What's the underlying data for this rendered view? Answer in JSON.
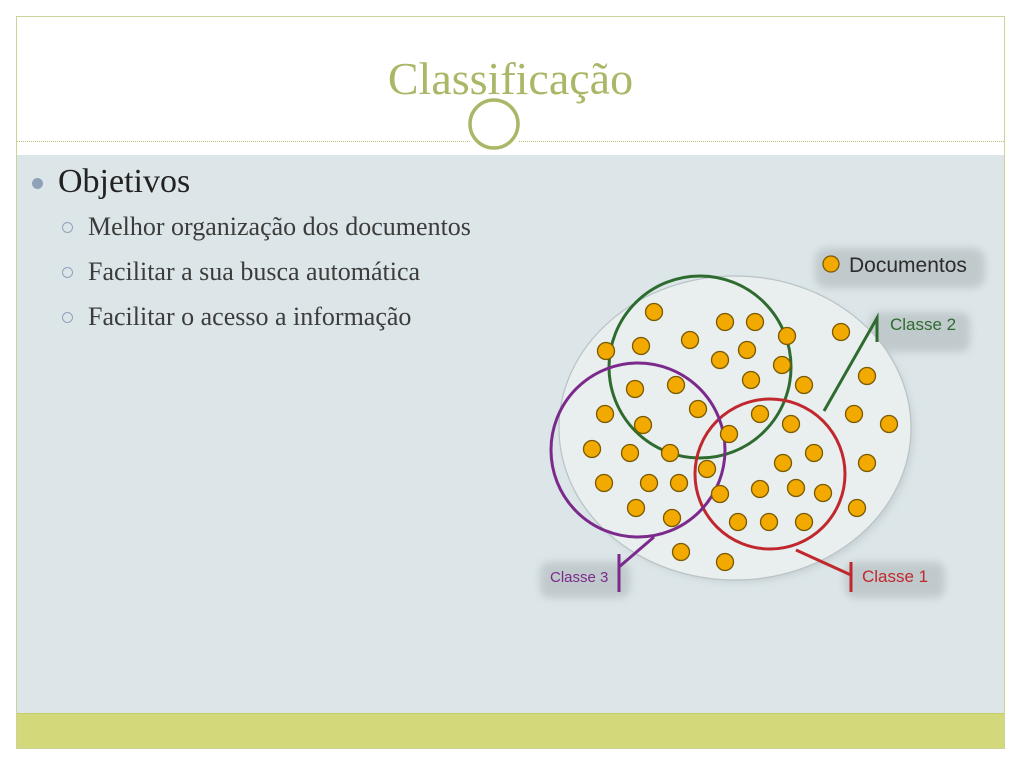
{
  "slide": {
    "title": "Classificação",
    "bullets": [
      {
        "text": "Objetivos",
        "children": [
          "Melhor organização dos documentos",
          "Facilitar a sua busca automática",
          "Facilitar o acesso a informação"
        ]
      }
    ]
  },
  "diagram": {
    "legend_label": "Documentos",
    "class_labels": {
      "class1": "Classe 1",
      "class2": "Classe 2",
      "class3": "Classe 3"
    },
    "colors": {
      "document_dot": "#f2a900",
      "class1": "#c0282d",
      "class2": "#2e6b2e",
      "class3": "#7b2a8c",
      "accent": "#a8b867"
    }
  }
}
